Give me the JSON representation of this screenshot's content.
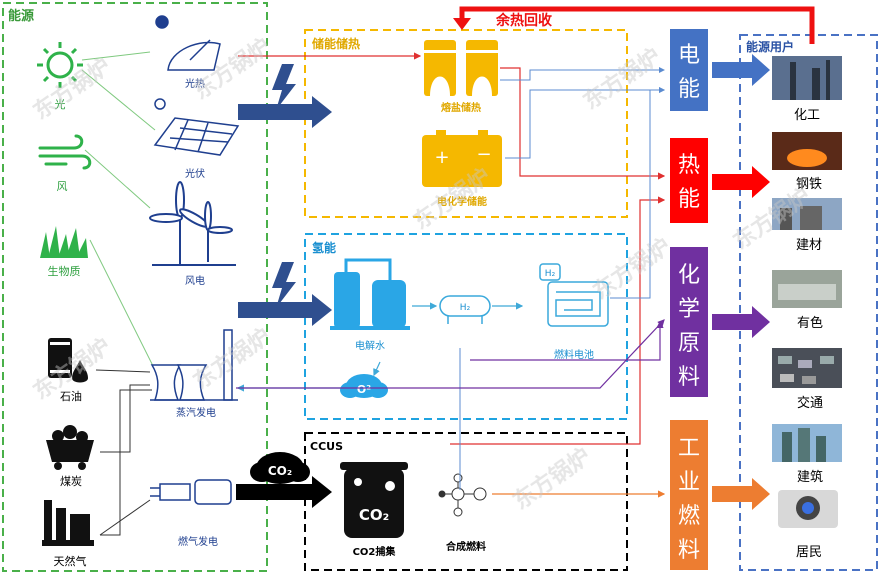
{
  "sections": {
    "energy_source": "能源",
    "storage": "储能储热",
    "hydrogen": "氢能",
    "ccus": "CCUS",
    "energy_users": "能源用户"
  },
  "heat_recovery": "余热回收",
  "sources": {
    "solar": "光",
    "wind": "风",
    "biomass": "生物质",
    "oil": "石油",
    "coal": "煤炭",
    "gas": "天然气"
  },
  "generation": {
    "solar_thermal": "光热",
    "photovoltaic": "光伏",
    "wind_power": "风电",
    "steam_power": "蒸汽发电",
    "gas_power": "燃气发电"
  },
  "storage_items": {
    "molten_salt": "熔盐储热",
    "electrochemical": "电化学储能"
  },
  "hydrogen_items": {
    "electrolysis": "电解水",
    "fuel_cell": "燃料电池",
    "h2_label": "H₂",
    "o2_label": "O²"
  },
  "ccus_items": {
    "capture": "CO2捕集",
    "synthetic_fuel": "合成燃料",
    "co2_cloud": "CO₂"
  },
  "carriers": {
    "electricity": [
      "电",
      "能"
    ],
    "heat": [
      "热",
      "能"
    ],
    "chemical": [
      "化",
      "学",
      "原",
      "料"
    ],
    "industrial_fuel": [
      "工",
      "业",
      "燃",
      "料"
    ]
  },
  "users": {
    "chemical": "化工",
    "steel": "钢铁",
    "building_materials": "建材",
    "nonferrous": "有色",
    "transport": "交通",
    "construction": "建筑",
    "residential": "居民"
  },
  "watermark": "东方锅炉",
  "colors": {
    "source_green": "#4ab04a",
    "storage_orange": "#f5b800",
    "hydrogen_blue": "#1fa3e0",
    "ccus_black": "#000000",
    "user_blue": "#4a72c4",
    "electricity": "#4472c4",
    "heat": "#ff0000",
    "chemical": "#7030a0",
    "fuel": "#ed7d31"
  }
}
